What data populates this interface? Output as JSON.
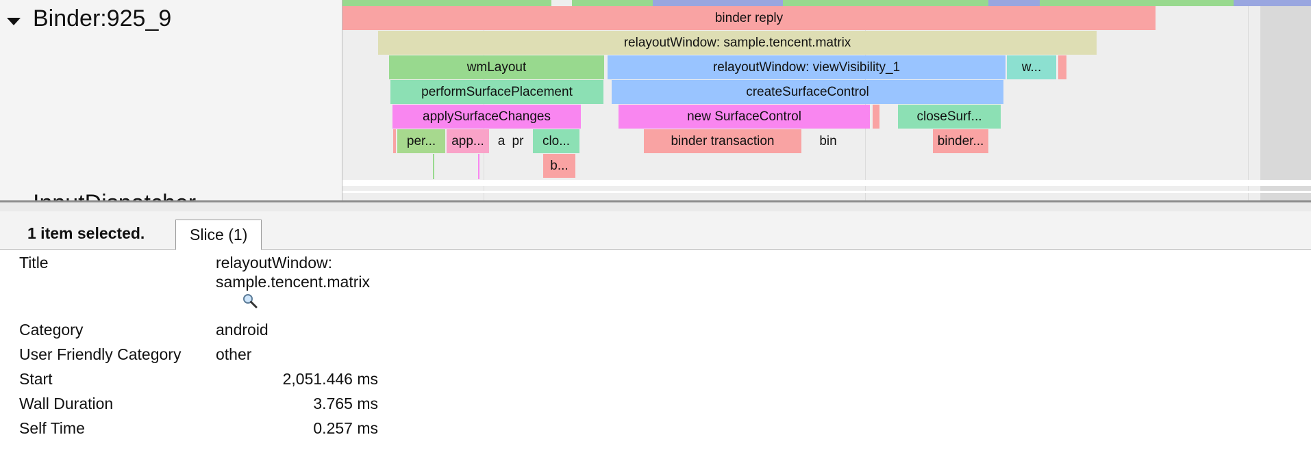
{
  "timeline": {
    "thread_name": "Binder:925_9",
    "next_thread_name": "InputDispatcher",
    "slices": [
      {
        "name": "binder-reply",
        "label": "binder reply",
        "color": "#f9a3a3"
      },
      {
        "name": "relayout-window-matrix",
        "label": "relayoutWindow: sample.tencent.matrix",
        "color": "#dedeb4"
      },
      {
        "name": "wm-layout",
        "label": "wmLayout",
        "color": "#98d98e"
      },
      {
        "name": "relayout-window-view-visibility",
        "label": "relayoutWindow: viewVisibility_1",
        "color": "#99c4ff"
      },
      {
        "name": "w-truncated",
        "label": "w...",
        "color": "#8ce0d0"
      },
      {
        "name": "perform-surface-placement",
        "label": "performSurfacePlacement",
        "color": "#8ce0b4"
      },
      {
        "name": "create-surface-control",
        "label": "createSurfaceControl",
        "color": "#99c4ff"
      },
      {
        "name": "apply-surface-changes",
        "label": "applySurfaceChanges",
        "color": "#f986f0"
      },
      {
        "name": "new-surface-control",
        "label": "new SurfaceControl",
        "color": "#f986f0"
      },
      {
        "name": "close-surf",
        "label": "closeSurf...",
        "color": "#8ce0b4"
      },
      {
        "name": "per-truncated",
        "label": "per...",
        "color": "#a7d98e"
      },
      {
        "name": "app-truncated",
        "label": "app...",
        "color": "#f9a3c8"
      },
      {
        "name": "a-slice",
        "label": "a",
        "color": "#99c4ff"
      },
      {
        "name": "pr-slice",
        "label": "pr",
        "color": "#a7d98e"
      },
      {
        "name": "clo-truncated",
        "label": "clo...",
        "color": "#8ce0b4"
      },
      {
        "name": "binder-transaction",
        "label": "binder transaction",
        "color": "#f9a3a3"
      },
      {
        "name": "bin-slice",
        "label": "bin",
        "color": "#f9a3a3"
      },
      {
        "name": "binder-truncated",
        "label": "binder...",
        "color": "#f9a3a3"
      },
      {
        "name": "b-truncated",
        "label": "b...",
        "color": "#f9a3a3"
      }
    ],
    "colors": {
      "strip_green": "#98d98e",
      "strip_blue": "#99a6e0",
      "small_pink": "#f9a3a3",
      "small_magenta": "#f986f0"
    }
  },
  "panel": {
    "selection_count": "1 item selected.",
    "tab_label": "Slice (1)",
    "rows": {
      "title": {
        "label": "Title",
        "value_line1": "relayoutWindow:",
        "value_line2": "sample.tencent.matrix"
      },
      "category": {
        "label": "Category",
        "value": "android"
      },
      "user_category": {
        "label": "User Friendly Category",
        "value": "other"
      },
      "start": {
        "label": "Start",
        "value": "2,051.446 ms"
      },
      "wall_duration": {
        "label": "Wall Duration",
        "value": "3.765 ms"
      },
      "self_time": {
        "label": "Self Time",
        "value": "0.257 ms"
      }
    },
    "search_icon": "magnifier-icon"
  }
}
